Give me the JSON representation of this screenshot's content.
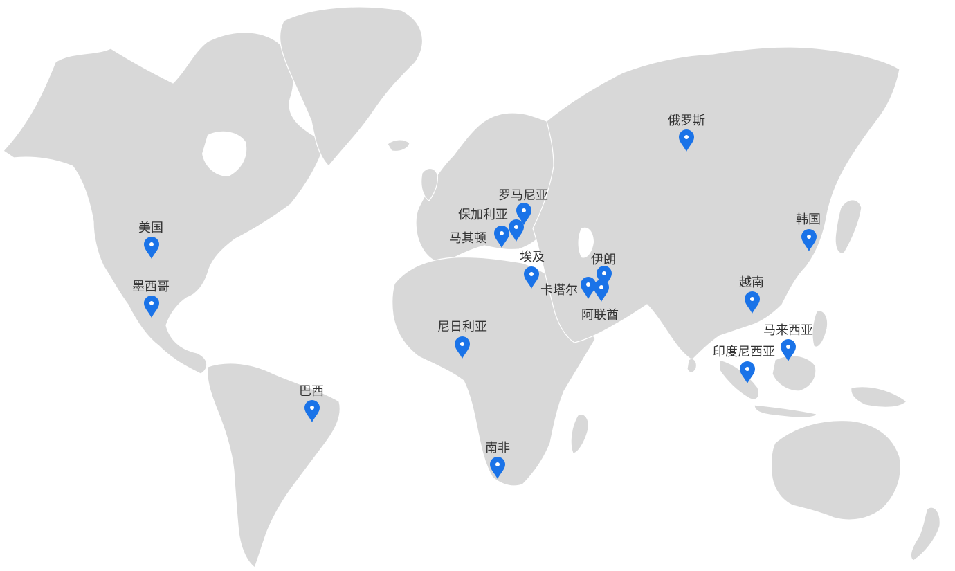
{
  "map": {
    "land_color": "#d8d8d8",
    "pin_color": "#1a73e8",
    "label_color": "#333333",
    "markers": [
      {
        "id": "usa",
        "label": "美国"
      },
      {
        "id": "mexico",
        "label": "墨西哥"
      },
      {
        "id": "brazil",
        "label": "巴西"
      },
      {
        "id": "russia",
        "label": "俄罗斯"
      },
      {
        "id": "romania",
        "label": "罗马尼亚"
      },
      {
        "id": "bulgaria",
        "label": "保加利亚"
      },
      {
        "id": "macedonia",
        "label": "马其顿"
      },
      {
        "id": "egypt",
        "label": "埃及"
      },
      {
        "id": "iran",
        "label": "伊朗"
      },
      {
        "id": "qatar",
        "label": "卡塔尔"
      },
      {
        "id": "uae",
        "label": "阿联酋"
      },
      {
        "id": "nigeria",
        "label": "尼日利亚"
      },
      {
        "id": "south-africa",
        "label": "南非"
      },
      {
        "id": "korea",
        "label": "韩国"
      },
      {
        "id": "vietnam",
        "label": "越南"
      },
      {
        "id": "malaysia",
        "label": "马来西亚"
      },
      {
        "id": "indonesia",
        "label": "印度尼西亚"
      }
    ]
  }
}
